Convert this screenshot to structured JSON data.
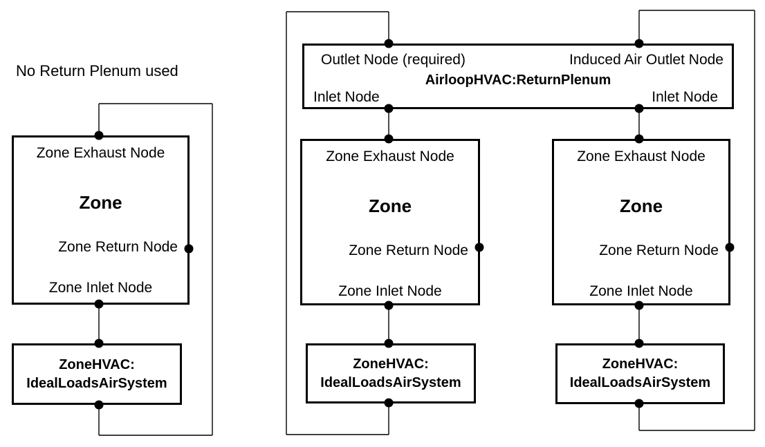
{
  "colors": {
    "ink": "#000000",
    "background": "#ffffff"
  },
  "left_diagram": {
    "title": "No Return Plenum used",
    "zone": {
      "exhaust_node": "Zone Exhaust Node",
      "name": "Zone",
      "return_node": "Zone Return Node",
      "inlet_node": "Zone Inlet Node"
    },
    "hvac": {
      "line1": "ZoneHVAC:",
      "line2": "IdealLoadsAirSystem"
    }
  },
  "plenum": {
    "name": "AirloopHVAC:ReturnPlenum",
    "outlet_node": "Outlet Node (required)",
    "induced_air_outlet_node": "Induced Air Outlet Node",
    "inlet_node_left": "Inlet Node",
    "inlet_node_right": "Inlet Node"
  },
  "middle_diagram": {
    "zone": {
      "exhaust_node": "Zone Exhaust Node",
      "name": "Zone",
      "return_node": "Zone Return Node",
      "inlet_node": "Zone Inlet Node"
    },
    "hvac": {
      "line1": "ZoneHVAC:",
      "line2": "IdealLoadsAirSystem"
    }
  },
  "right_diagram": {
    "zone": {
      "exhaust_node": "Zone Exhaust Node",
      "name": "Zone",
      "return_node": "Zone Return Node",
      "inlet_node": "Zone Inlet Node"
    },
    "hvac": {
      "line1": "ZoneHVAC:",
      "line2": "IdealLoadsAirSystem"
    }
  }
}
